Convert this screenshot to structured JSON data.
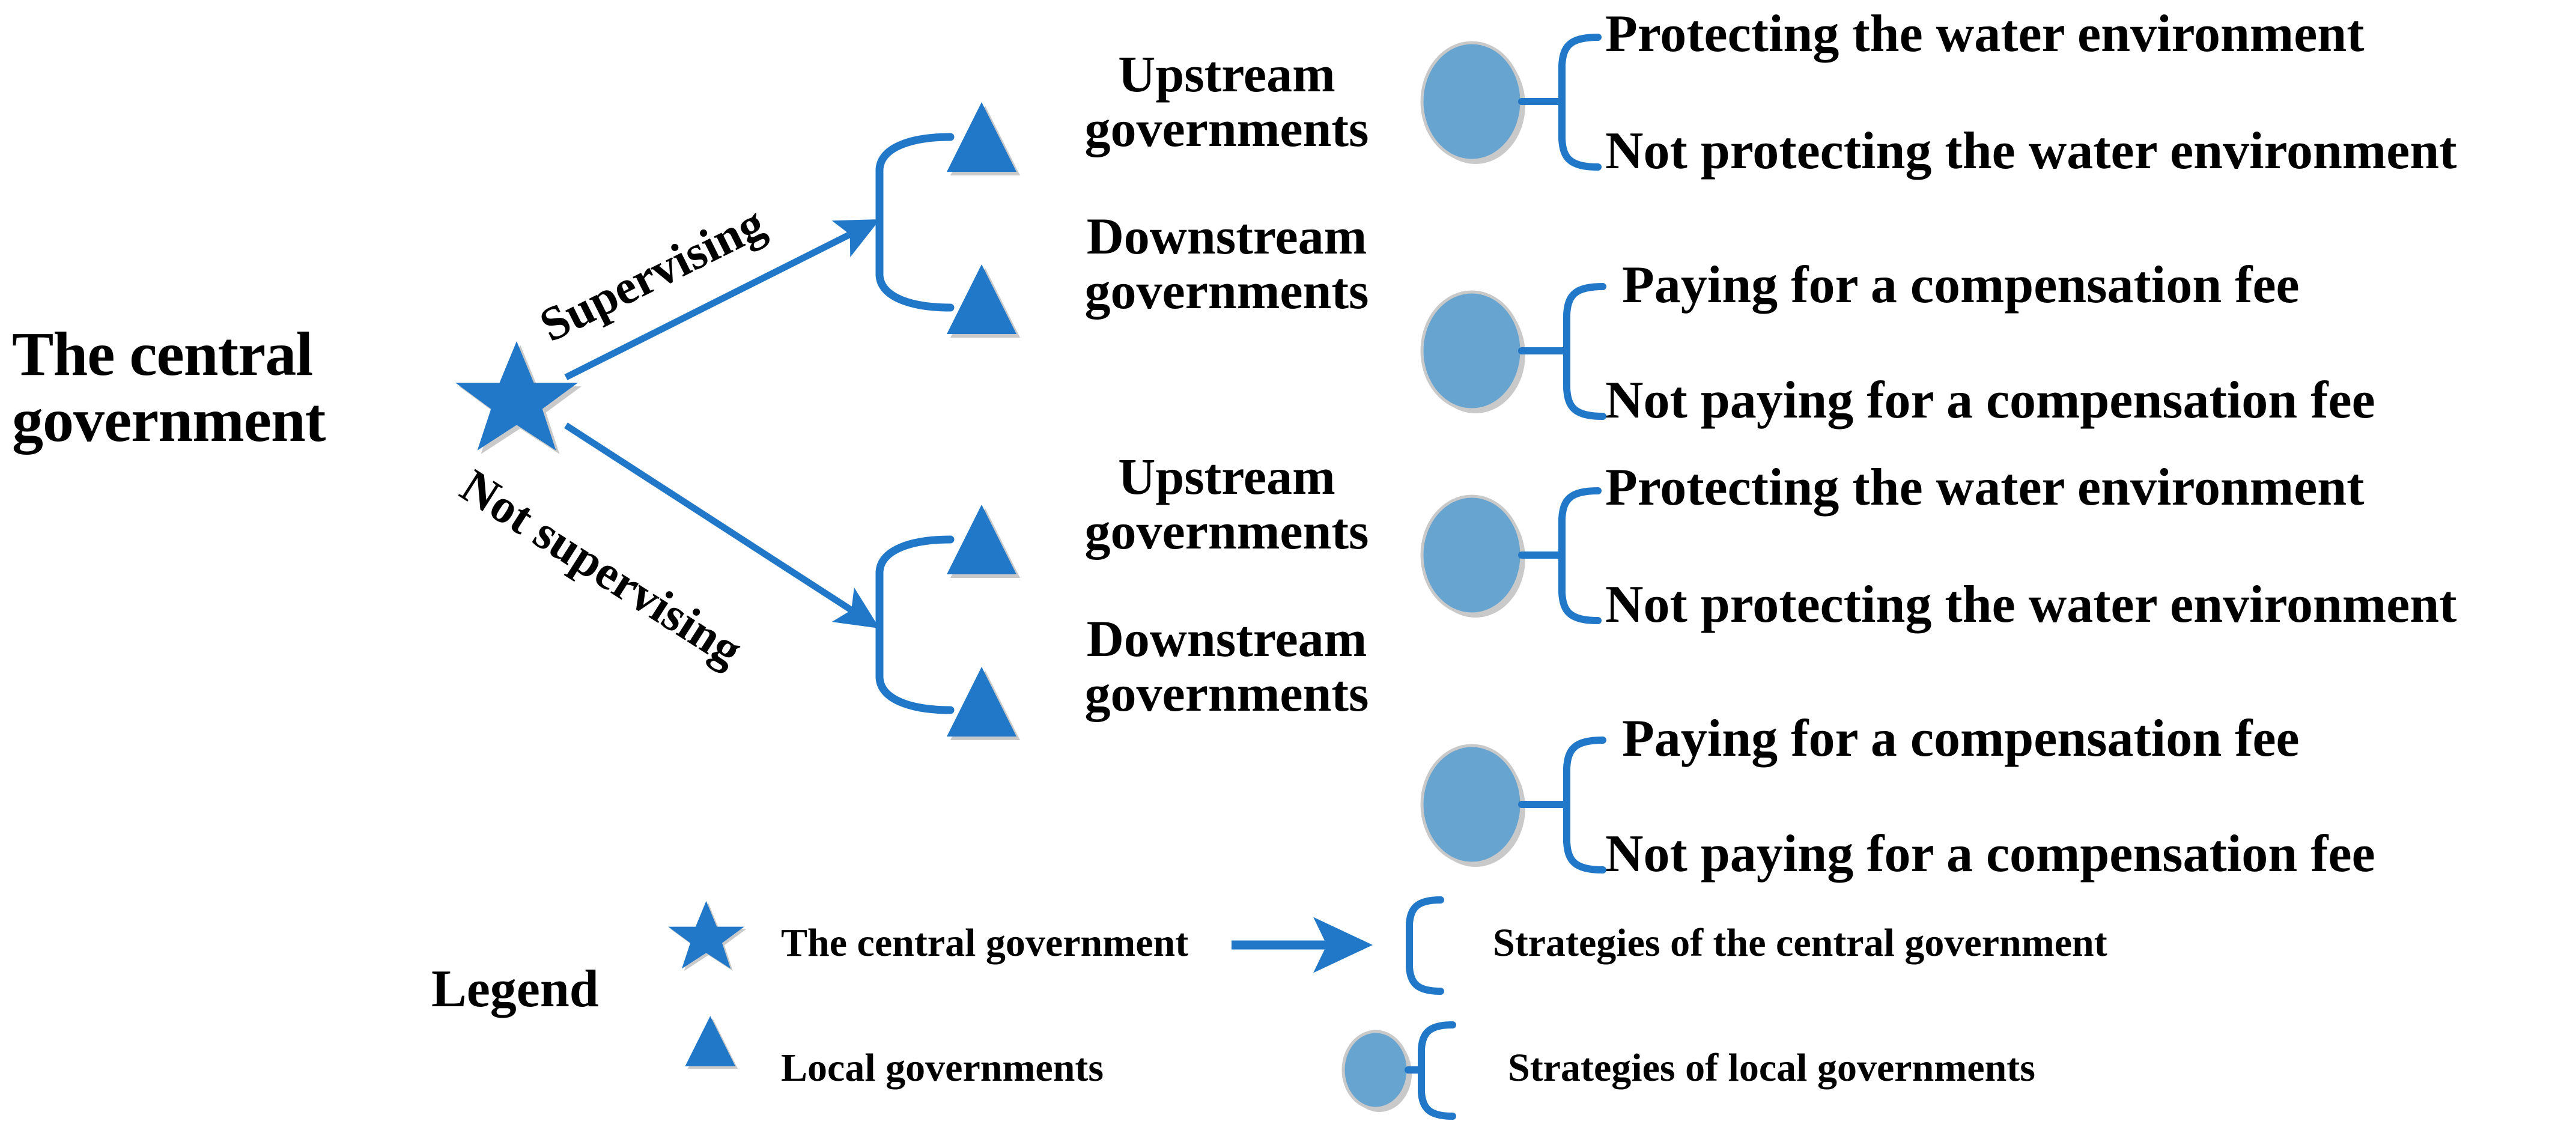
{
  "diagram": {
    "root": {
      "label": "The central\ngovernment",
      "icon": "star-icon"
    },
    "edges": [
      {
        "label": "Supervising",
        "direction": "up-right"
      },
      {
        "label": "Not supervising",
        "direction": "down-right"
      }
    ],
    "branches": [
      {
        "edge": "Supervising",
        "nodes": [
          {
            "label": "Upstream\ngovernments",
            "icon": "triangle-icon",
            "strategy_marker": "ellipse-icon",
            "strategies": [
              "Protecting the water environment",
              "Not protecting the water environment"
            ]
          },
          {
            "label": "Downstream\ngovernments",
            "icon": "triangle-icon",
            "strategy_marker": "ellipse-icon",
            "strategies": [
              "Paying for a compensation fee",
              "Not paying for a compensation fee"
            ]
          }
        ]
      },
      {
        "edge": "Not supervising",
        "nodes": [
          {
            "label": "Upstream\ngovernments",
            "icon": "triangle-icon",
            "strategy_marker": "ellipse-icon",
            "strategies": [
              "Protecting the water environment",
              "Not protecting the water environment"
            ]
          },
          {
            "label": "Downstream\ngovernments",
            "icon": "triangle-icon",
            "strategy_marker": "ellipse-icon",
            "strategies": [
              "Paying for a compensation fee",
              "Not paying for a compensation fee"
            ]
          }
        ]
      }
    ]
  },
  "leaf_text": {
    "r1l1": "Protecting the water environment",
    "r1l2": "Not protecting the water environment",
    "r2l1": "Paying for a compensation fee",
    "r2l2": "Not paying for a compensation fee",
    "r3l1": "Protecting the water environment",
    "r3l2": "Not protecting the water environment",
    "r4l1": "Paying for a compensation fee",
    "r4l2": "Not paying for a compensation fee"
  },
  "node_text": {
    "n1a": "Upstream",
    "n1b": "governments",
    "n2a": "Downstream",
    "n2b": "governments",
    "n3a": "Upstream",
    "n3b": "governments",
    "n4a": "Downstream",
    "n4b": "governments"
  },
  "root_text": {
    "line1": "The central",
    "line2": "government"
  },
  "legend": {
    "title": "Legend",
    "items": [
      {
        "icon": "star-icon",
        "label": "The central government"
      },
      {
        "icon": "triangle-icon",
        "label": "Local governments"
      }
    ],
    "connectors": [
      {
        "icon": "arrow-bracket-icon",
        "label": "Strategies of the central government"
      },
      {
        "icon": "ellipse-bracket-icon",
        "label": "Strategies of local governments"
      }
    ]
  },
  "colors": {
    "primary_blue": "#2278c8",
    "light_blue": "#67a4d0",
    "shadow_gray": "#c9c9c9",
    "text": "#000000",
    "background": "#ffffff"
  }
}
